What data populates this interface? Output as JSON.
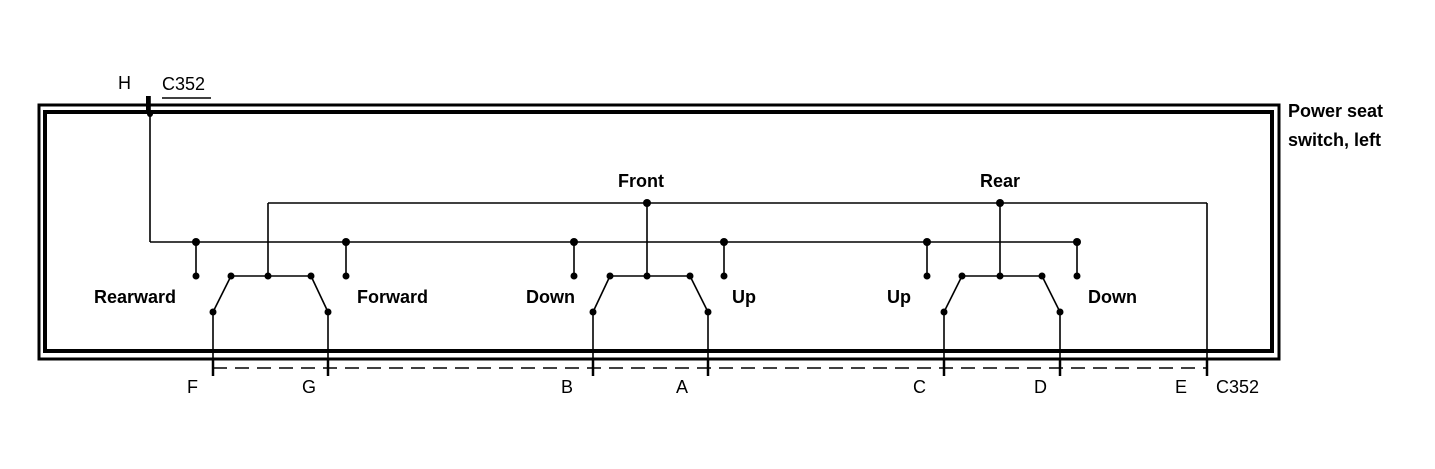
{
  "component": {
    "name_line1": "Power seat",
    "name_line2": "switch, left"
  },
  "connector": {
    "top_name": "C352",
    "bottom_name": "C352",
    "pins": {
      "H": "H",
      "F": "F",
      "G": "G",
      "B": "B",
      "A": "A",
      "C": "C",
      "D": "D",
      "E": "E"
    }
  },
  "group_labels": {
    "front": "Front",
    "rear": "Rear"
  },
  "switch_labels": {
    "rearward": "Rearward",
    "forward": "Forward",
    "front_down": "Down",
    "front_up": "Up",
    "rear_up": "Up",
    "rear_down": "Down"
  }
}
